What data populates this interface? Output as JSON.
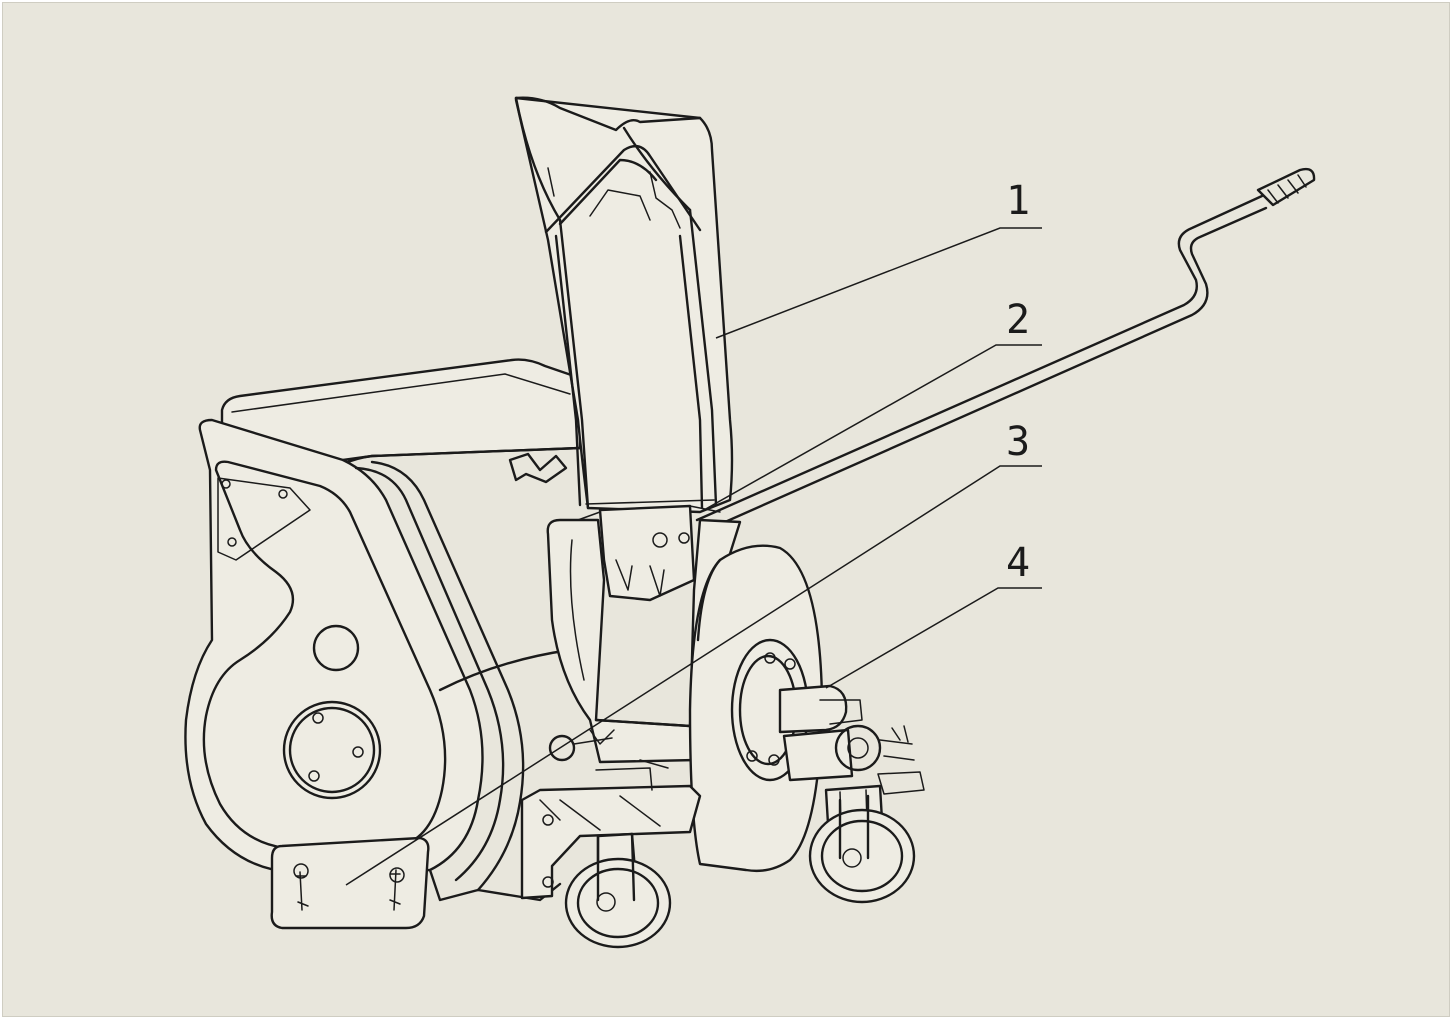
{
  "drawing": {
    "callouts": [
      {
        "id": "1",
        "label": "1"
      },
      {
        "id": "2",
        "label": "2"
      },
      {
        "id": "3",
        "label": "3"
      },
      {
        "id": "4",
        "label": "4"
      }
    ]
  }
}
